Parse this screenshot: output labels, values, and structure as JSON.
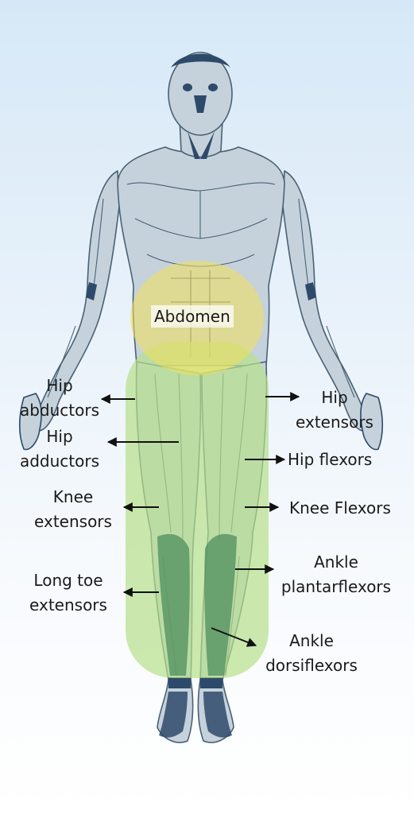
{
  "diagram": {
    "labels": {
      "abdomen": "Abdomen",
      "hip_abductors": "Hip\nabductors",
      "hip_adductors": "Hip\nadductors",
      "knee_extensors": "Knee\nextensors",
      "long_toe_extensors": "Long toe\nextensors",
      "hip_extensors": "Hip\nextensors",
      "hip_flexors": "Hip flexors",
      "knee_flexors": "Knee Flexors",
      "ankle_plantarflexors": "Ankle\nplantarflexors",
      "ankle_dorsiflexors": "Ankle\ndorsiflexors"
    },
    "colors": {
      "body_fill": "#c5d2dc",
      "body_stroke": "#4a6173",
      "dark_accent": "#2e4a6b",
      "highlight_yellow": "#f2e05a",
      "highlight_green": "#b7e08a",
      "shin_dark": "#4e8e5e",
      "arrow": "#111111"
    }
  }
}
